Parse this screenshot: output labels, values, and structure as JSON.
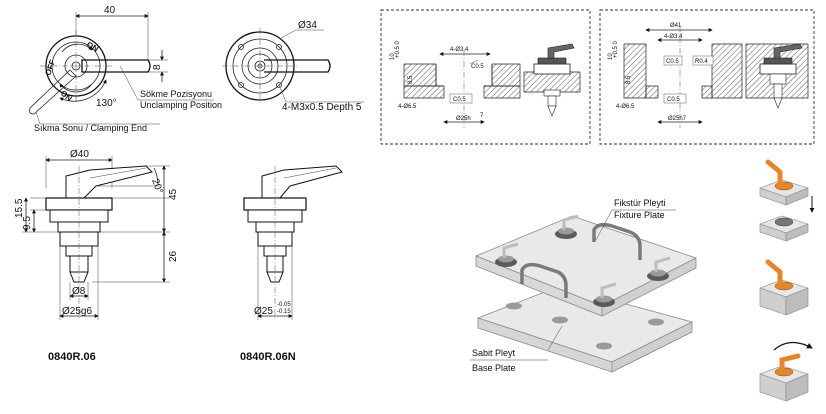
{
  "top_plan": {
    "dim_width": "40",
    "label_on": "ON",
    "label_off": "OFF",
    "label_on_arc": "ON",
    "angle": "130°",
    "dim_height": "8",
    "unclamp_tr": "Sökme Pozisyonu",
    "unclamp_en": "Unclamping Position",
    "clamp_label": "Sıkma Sonu / Clamping End"
  },
  "top_flange": {
    "dia": "Ø34",
    "holes": "4-M3x0.5 Depth 5"
  },
  "section_a": {
    "dim_depth": "10",
    "tol_depth": "+0.5 0",
    "dim_inner": "8.5",
    "holes_top": "4-Ø3.4",
    "chamfer_top": "C0.5",
    "holes_bottom": "4-Ø6.5",
    "chamfer_bottom": "C0.5",
    "bore": "Ø25h",
    "bore_sup": "7"
  },
  "section_b": {
    "dim_depth": "10",
    "tol_depth": "+0.5 0",
    "dim_inner": "8.5",
    "dia_top": "Ø41",
    "holes_top": "4-Ø3.4",
    "chamfer_top": "C0.5",
    "radius": "R0.4",
    "holes_bottom": "4-Ø6.5",
    "chamfer_bottom": "C0.5",
    "bore": "Ø25h7"
  },
  "side_a": {
    "dia_top": "Ø40",
    "angle": "20°",
    "dim_45": "45",
    "dim_26": "26",
    "dim_95": "9.5",
    "dim_155": "15.5",
    "dim_8": "Ø8",
    "dia_bottom": "Ø25g6",
    "model": "0840R.06"
  },
  "side_b": {
    "dia_bottom": "Ø25",
    "tol_upper": "-0.05",
    "tol_lower": "-0.15",
    "model": "0840R.06N"
  },
  "assembly": {
    "fixture_tr": "Fikstür Pleyti",
    "fixture_en": "Fixture Plate",
    "base_tr": "Sabit Pleyt",
    "base_en": "Base Plate"
  },
  "colors": {
    "lever_orange": "#e8852a",
    "plate_grey": "#e9e9e9",
    "line_dark": "#222222"
  }
}
